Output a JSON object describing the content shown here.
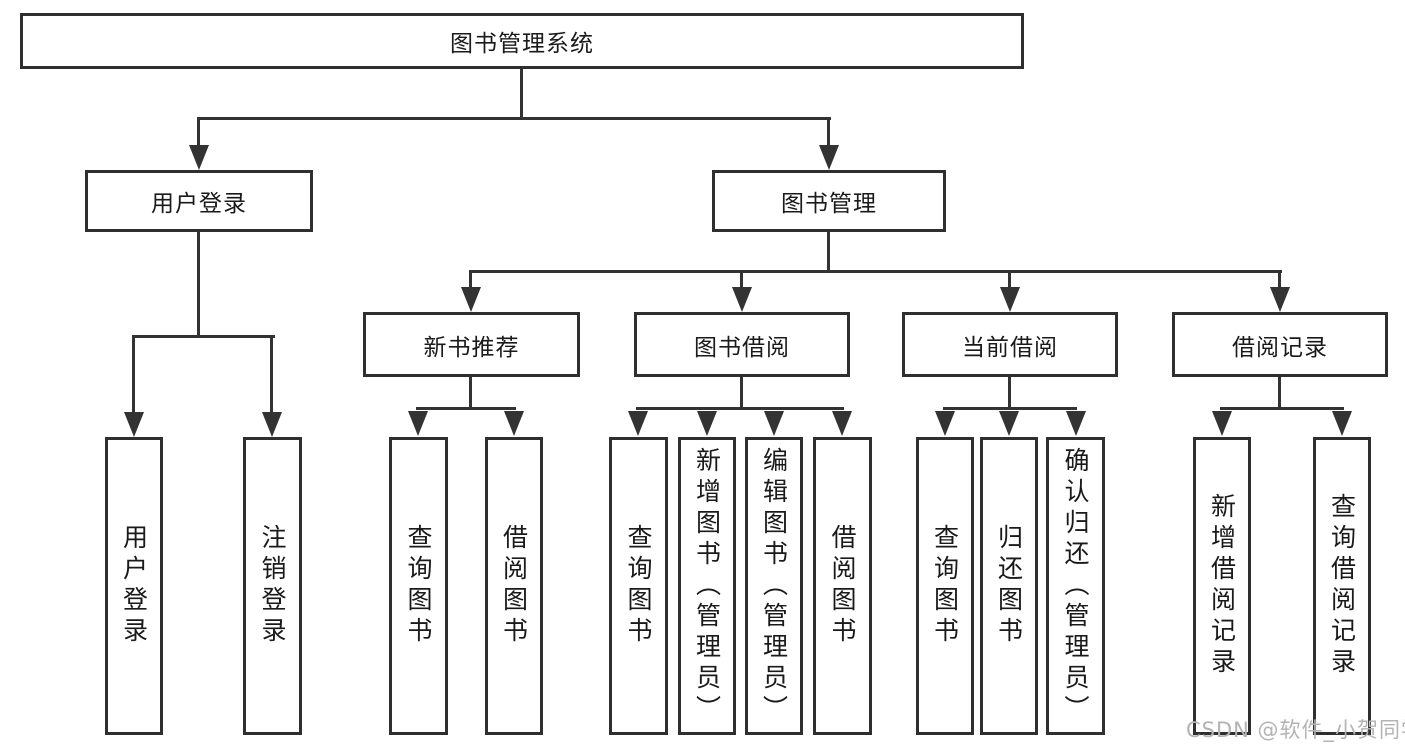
{
  "nodes": {
    "root": {
      "label": "图书管理系统"
    },
    "user_login": {
      "label": "用户登录"
    },
    "book_mgmt": {
      "label": "图书管理"
    },
    "new_book_rec": {
      "label": "新书推荐"
    },
    "book_borrow": {
      "label": "图书借阅"
    },
    "current_borrow": {
      "label": "当前借阅"
    },
    "borrow_record": {
      "label": "借阅记录"
    },
    "leaf_user_login": {
      "label": "用户登录"
    },
    "leaf_logout": {
      "label": "注销登录"
    },
    "leaf_nbr_query": {
      "label": "查询图书"
    },
    "leaf_nbr_borrow": {
      "label": "借阅图书"
    },
    "leaf_bb_query": {
      "label": "查询图书"
    },
    "leaf_bb_add": {
      "label": "新增图书（管理员）"
    },
    "leaf_bb_edit": {
      "label": "编辑图书（管理员）"
    },
    "leaf_bb_borrow": {
      "label": "借阅图书"
    },
    "leaf_cb_query": {
      "label": "查询图书"
    },
    "leaf_cb_return": {
      "label": "归还图书"
    },
    "leaf_cb_confirm": {
      "label": "确认归还（管理员）"
    },
    "leaf_br_add": {
      "label": "新增借阅记录"
    },
    "leaf_br_query": {
      "label": "查询借阅记录"
    }
  },
  "watermark": {
    "text": "CSDN @软件_小贺同学"
  },
  "colors": {
    "line": "#333333",
    "box_border": "#2f2f2f",
    "text": "#1a1a1a",
    "watermark": "#b3b3b3",
    "background": "#ffffff"
  }
}
